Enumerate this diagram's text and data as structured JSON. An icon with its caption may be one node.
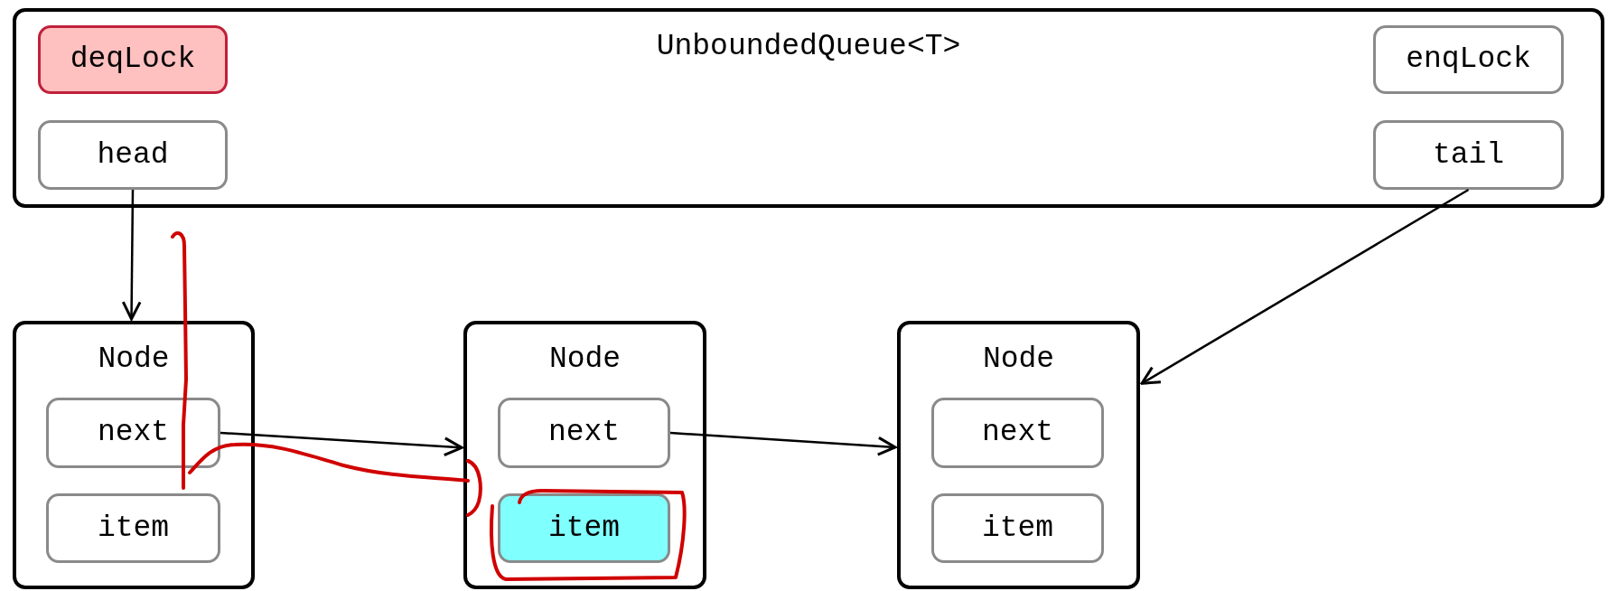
{
  "diagram": {
    "nodes": [
      {
        "text": [
          "UnboundedQueue<T>"
        ]
      },
      {
        "text": [
          "deqLock"
        ],
        "in": 0
      },
      {
        "text": [
          "enqLock"
        ],
        "in": 0
      },
      {
        "text": [
          "head"
        ],
        "in": 0
      },
      {
        "text": [
          "tail"
        ],
        "in": 0
      },
      {
        "text": [
          "Node"
        ]
      },
      {
        "text": [
          "next"
        ],
        "in": 5
      },
      {
        "text": [
          "item"
        ],
        "in": 5
      },
      {
        "text": [
          "Node"
        ]
      },
      {
        "text": [
          "next"
        ],
        "in": 8
      },
      {
        "text": [
          "item"
        ],
        "in": 8
      },
      {
        "text": [
          "Node"
        ]
      },
      {
        "text": [
          "next"
        ],
        "in": 11
      },
      {
        "text": [
          "item"
        ],
        "in": 11
      }
    ],
    "edges": [
      {
        "from": 3,
        "to": 5,
        "arrow": "to"
      },
      {
        "from": 4,
        "to": 11,
        "arrow": "to"
      },
      {
        "from": 6,
        "to": 8,
        "arrow": "to"
      },
      {
        "from": 9,
        "to": 11,
        "arrow": "to"
      }
    ]
  }
}
